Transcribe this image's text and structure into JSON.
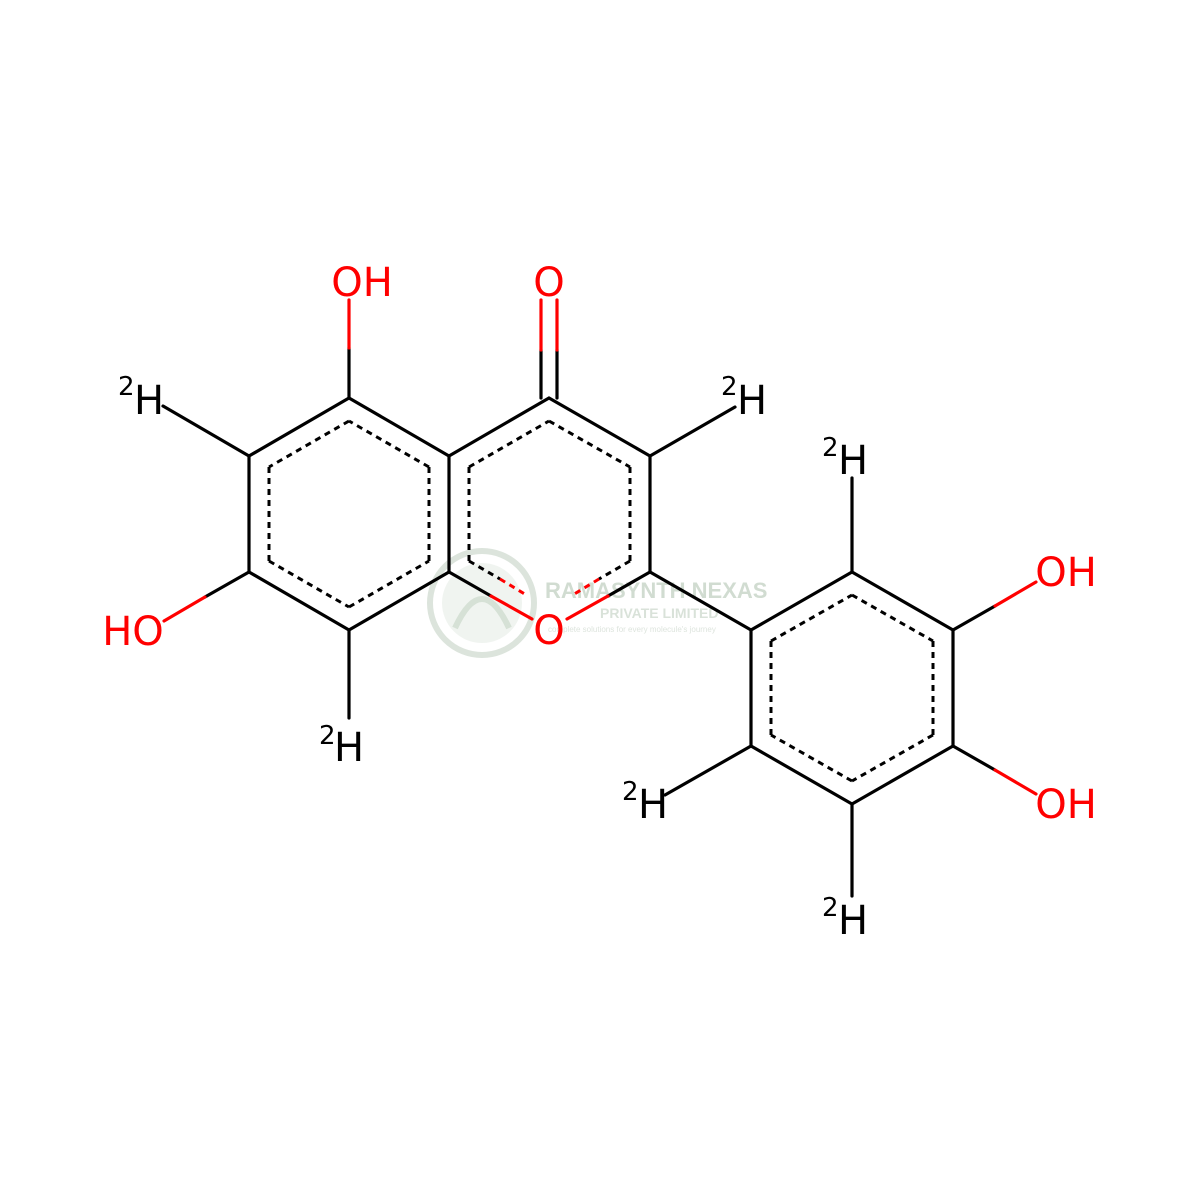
{
  "colors": {
    "bond": "#000000",
    "oxygen": "#ff0000",
    "hydrogen": "#000000",
    "watermark": "#c9d6c9"
  },
  "labels": {
    "oh_top": "OH",
    "o_carbonyl": "O",
    "d_left_top": "H",
    "d_left_top_iso": "2",
    "d_c3": "H",
    "d_c3_iso": "2",
    "oh_left": "HO",
    "o_ring": "O",
    "d_c8": "H",
    "d_c8_iso": "2",
    "d_ortho_top": "H",
    "d_ortho_top_iso": "2",
    "oh_right_top": "OH",
    "oh_right_bottom": "OH",
    "d_ortho_bottom": "H",
    "d_ortho_bottom_iso": "2",
    "d_meta_bottom": "H",
    "d_meta_bottom_iso": "2"
  },
  "watermark": {
    "line1": "RAMASYNTH NEXAS",
    "line2": "PRIVATE LIMITED",
    "line3": "complete solutions for every molecule's journey"
  }
}
